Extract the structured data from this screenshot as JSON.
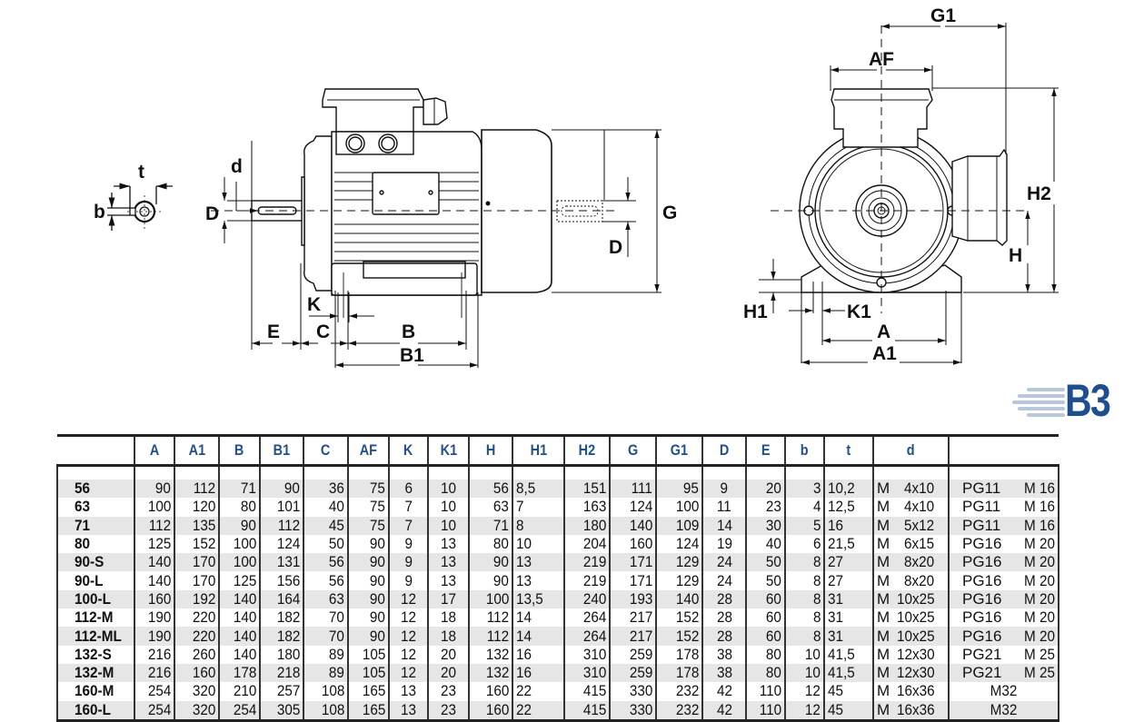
{
  "drawing": {
    "mounting_label": "B3",
    "brand_color": "#1d4f8f",
    "side_view_labels": {
      "t": "t",
      "b": "b",
      "d": "d",
      "D_front": "D",
      "D_rear": "D",
      "G": "G",
      "K": "K",
      "E": "E",
      "C": "C",
      "B": "B",
      "B1": "B1"
    },
    "front_view_labels": {
      "G1": "G1",
      "AF": "AF",
      "H2": "H2",
      "H": "H",
      "H1": "H1",
      "K1": "K1",
      "A": "A",
      "A1": "A1"
    }
  },
  "table": {
    "header_color": "#1f4f8e",
    "columns": [
      "",
      "A",
      "A1",
      "B",
      "B1",
      "C",
      "AF",
      "K",
      "K1",
      "H",
      "H1",
      "H2",
      "G",
      "G1",
      "D",
      "E",
      "b",
      "t",
      "d",
      ""
    ],
    "rows": [
      {
        "model": "56",
        "A": "90",
        "A1": "112",
        "B": "71",
        "B1": "90",
        "C": "36",
        "AF": "75",
        "K": "6",
        "K1": "10",
        "H": "56",
        "H1": "8,5",
        "H2": "151",
        "G": "111",
        "G1": "95",
        "D": "9",
        "E": "20",
        "b": "3",
        "t": "10,2",
        "d_prefix": "M",
        "d": "4x10",
        "gland_pg": "PG11",
        "gland_m": "M 16"
      },
      {
        "model": "63",
        "A": "100",
        "A1": "120",
        "B": "80",
        "B1": "101",
        "C": "40",
        "AF": "75",
        "K": "7",
        "K1": "10",
        "H": "63",
        "H1": "7",
        "H2": "163",
        "G": "124",
        "G1": "100",
        "D": "11",
        "E": "23",
        "b": "4",
        "t": "12,5",
        "d_prefix": "M",
        "d": "4x10",
        "gland_pg": "PG11",
        "gland_m": "M 16"
      },
      {
        "model": "71",
        "A": "112",
        "A1": "135",
        "B": "90",
        "B1": "112",
        "C": "45",
        "AF": "75",
        "K": "7",
        "K1": "10",
        "H": "71",
        "H1": "8",
        "H2": "180",
        "G": "140",
        "G1": "109",
        "D": "14",
        "E": "30",
        "b": "5",
        "t": "16",
        "d_prefix": "M",
        "d": "5x12",
        "gland_pg": "PG11",
        "gland_m": "M 16"
      },
      {
        "model": "80",
        "A": "125",
        "A1": "152",
        "B": "100",
        "B1": "124",
        "C": "50",
        "AF": "90",
        "K": "9",
        "K1": "13",
        "H": "80",
        "H1": "10",
        "H2": "204",
        "G": "160",
        "G1": "124",
        "D": "19",
        "E": "40",
        "b": "6",
        "t": "21,5",
        "d_prefix": "M",
        "d": "6x15",
        "gland_pg": "PG16",
        "gland_m": "M 20"
      },
      {
        "model": "90-S",
        "A": "140",
        "A1": "170",
        "B": "100",
        "B1": "131",
        "C": "56",
        "AF": "90",
        "K": "9",
        "K1": "13",
        "H": "90",
        "H1": "13",
        "H2": "219",
        "G": "171",
        "G1": "129",
        "D": "24",
        "E": "50",
        "b": "8",
        "t": "27",
        "d_prefix": "M",
        "d": "8x20",
        "gland_pg": "PG16",
        "gland_m": "M 20"
      },
      {
        "model": "90-L",
        "A": "140",
        "A1": "170",
        "B": "125",
        "B1": "156",
        "C": "56",
        "AF": "90",
        "K": "9",
        "K1": "13",
        "H": "90",
        "H1": "13",
        "H2": "219",
        "G": "171",
        "G1": "129",
        "D": "24",
        "E": "50",
        "b": "8",
        "t": "27",
        "d_prefix": "M",
        "d": "8x20",
        "gland_pg": "PG16",
        "gland_m": "M 20"
      },
      {
        "model": "100-L",
        "A": "160",
        "A1": "192",
        "B": "140",
        "B1": "164",
        "C": "63",
        "AF": "90",
        "K": "12",
        "K1": "17",
        "H": "100",
        "H1": "13,5",
        "H2": "240",
        "G": "193",
        "G1": "140",
        "D": "28",
        "E": "60",
        "b": "8",
        "t": "31",
        "d_prefix": "M",
        "d": "10x25",
        "gland_pg": "PG16",
        "gland_m": "M 20"
      },
      {
        "model": "112-M",
        "A": "190",
        "A1": "220",
        "B": "140",
        "B1": "182",
        "C": "70",
        "AF": "90",
        "K": "12",
        "K1": "18",
        "H": "112",
        "H1": "14",
        "H2": "264",
        "G": "217",
        "G1": "152",
        "D": "28",
        "E": "60",
        "b": "8",
        "t": "31",
        "d_prefix": "M",
        "d": "10x25",
        "gland_pg": "PG16",
        "gland_m": "M 20"
      },
      {
        "model": "112-ML",
        "A": "190",
        "A1": "220",
        "B": "140",
        "B1": "182",
        "C": "70",
        "AF": "90",
        "K": "12",
        "K1": "18",
        "H": "112",
        "H1": "14",
        "H2": "264",
        "G": "217",
        "G1": "152",
        "D": "28",
        "E": "60",
        "b": "8",
        "t": "31",
        "d_prefix": "M",
        "d": "10x25",
        "gland_pg": "PG16",
        "gland_m": "M 20"
      },
      {
        "model": "132-S",
        "A": "216",
        "A1": "260",
        "B": "140",
        "B1": "180",
        "C": "89",
        "AF": "105",
        "K": "12",
        "K1": "20",
        "H": "132",
        "H1": "16",
        "H2": "310",
        "G": "259",
        "G1": "178",
        "D": "38",
        "E": "80",
        "b": "10",
        "t": "41,5",
        "d_prefix": "M",
        "d": "12x30",
        "gland_pg": "PG21",
        "gland_m": "M 25"
      },
      {
        "model": "132-M",
        "A": "216",
        "A1": "160",
        "B": "178",
        "B1": "218",
        "C": "89",
        "AF": "105",
        "K": "12",
        "K1": "20",
        "H": "132",
        "H1": "16",
        "H2": "310",
        "G": "259",
        "G1": "178",
        "D": "38",
        "E": "80",
        "b": "10",
        "t": "41,5",
        "d_prefix": "M",
        "d": "12x30",
        "gland_pg": "PG21",
        "gland_m": "M 25"
      },
      {
        "model": "160-M",
        "A": "254",
        "A1": "320",
        "B": "210",
        "B1": "257",
        "C": "108",
        "AF": "165",
        "K": "13",
        "K1": "23",
        "H": "160",
        "H1": "22",
        "H2": "415",
        "G": "330",
        "G1": "232",
        "D": "42",
        "E": "110",
        "b": "12",
        "t": "45",
        "d_prefix": "M",
        "d": "16x36",
        "gland_pg": "",
        "gland_m": "M32"
      },
      {
        "model": "160-L",
        "A": "254",
        "A1": "320",
        "B": "254",
        "B1": "305",
        "C": "108",
        "AF": "165",
        "K": "13",
        "K1": "23",
        "H": "160",
        "H1": "22",
        "H2": "415",
        "G": "330",
        "G1": "232",
        "D": "42",
        "E": "110",
        "b": "12",
        "t": "45",
        "d_prefix": "M",
        "d": "16x36",
        "gland_pg": "",
        "gland_m": "M32"
      }
    ]
  }
}
